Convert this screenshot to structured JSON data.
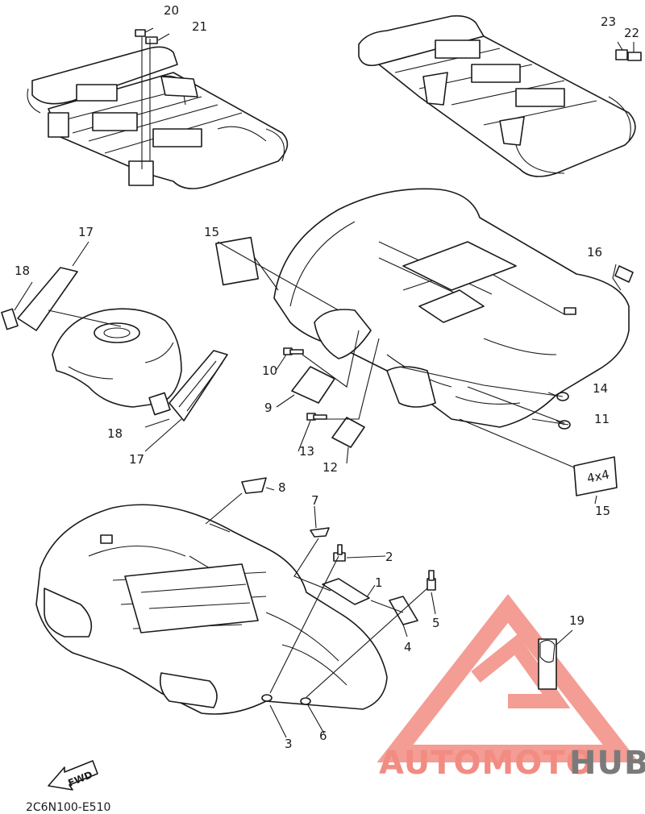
{
  "diagram": {
    "callouts": [
      {
        "id": "c1",
        "text": "1"
      },
      {
        "id": "c2",
        "text": "2"
      },
      {
        "id": "c3",
        "text": "3"
      },
      {
        "id": "c4",
        "text": "4"
      },
      {
        "id": "c5",
        "text": "5"
      },
      {
        "id": "c6",
        "text": "6"
      },
      {
        "id": "c7",
        "text": "7"
      },
      {
        "id": "c8",
        "text": "8"
      },
      {
        "id": "c9",
        "text": "9"
      },
      {
        "id": "c10",
        "text": "10"
      },
      {
        "id": "c11",
        "text": "11"
      },
      {
        "id": "c12",
        "text": "12"
      },
      {
        "id": "c13",
        "text": "13"
      },
      {
        "id": "c14",
        "text": "14"
      },
      {
        "id": "c15a",
        "text": "15"
      },
      {
        "id": "c15b",
        "text": "15"
      },
      {
        "id": "c16",
        "text": "16"
      },
      {
        "id": "c17a",
        "text": "17"
      },
      {
        "id": "c17b",
        "text": "17"
      },
      {
        "id": "c18a",
        "text": "18"
      },
      {
        "id": "c18b",
        "text": "18"
      },
      {
        "id": "c19",
        "text": "19"
      },
      {
        "id": "c20",
        "text": "20"
      },
      {
        "id": "c21",
        "text": "21"
      },
      {
        "id": "c22",
        "text": "22"
      },
      {
        "id": "c23",
        "text": "23"
      }
    ],
    "fwd_label": "FWD",
    "decal_text": "4x4",
    "drawing_code": "2C6N100-E510"
  },
  "watermark": {
    "part1": "AUTOMOTO",
    "part2": "HUB",
    "color_primary": "#f28c82",
    "color_secondary": "#7a7a7a"
  }
}
